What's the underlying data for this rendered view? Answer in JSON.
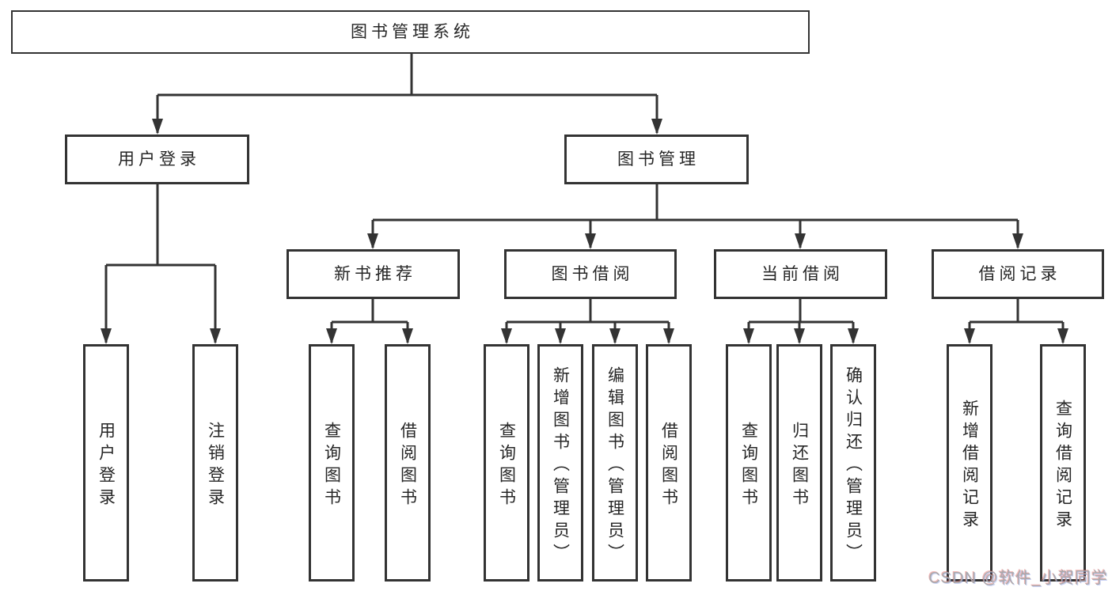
{
  "diagram_title": "图书管理系统",
  "colors": {
    "line": "#333333",
    "box_border": "#333333",
    "text": "#262626",
    "background": "#ffffff",
    "watermark": "#a9a9ac"
  },
  "tree": {
    "root": {
      "label": "图书管理系统"
    },
    "branches": [
      {
        "label": "用户登录",
        "children": [
          {
            "label": "用户登录"
          },
          {
            "label": "注销登录"
          }
        ]
      },
      {
        "label": "图书管理",
        "sections": [
          {
            "label": "新书推荐",
            "children": [
              {
                "label": "查询图书"
              },
              {
                "label": "借阅图书"
              }
            ]
          },
          {
            "label": "图书借阅",
            "children": [
              {
                "label": "查询图书"
              },
              {
                "label": "新增图书（管理员）"
              },
              {
                "label": "编辑图书（管理员）"
              },
              {
                "label": "借阅图书"
              }
            ]
          },
          {
            "label": "当前借阅",
            "children": [
              {
                "label": "查询图书"
              },
              {
                "label": "归还图书"
              },
              {
                "label": "确认归还（管理员）"
              }
            ]
          },
          {
            "label": "借阅记录",
            "children": [
              {
                "label": "新增借阅记录"
              },
              {
                "label": "查询借阅记录"
              }
            ]
          }
        ]
      }
    ]
  },
  "watermark": {
    "text": "CSDN @软件_小贺同学"
  }
}
